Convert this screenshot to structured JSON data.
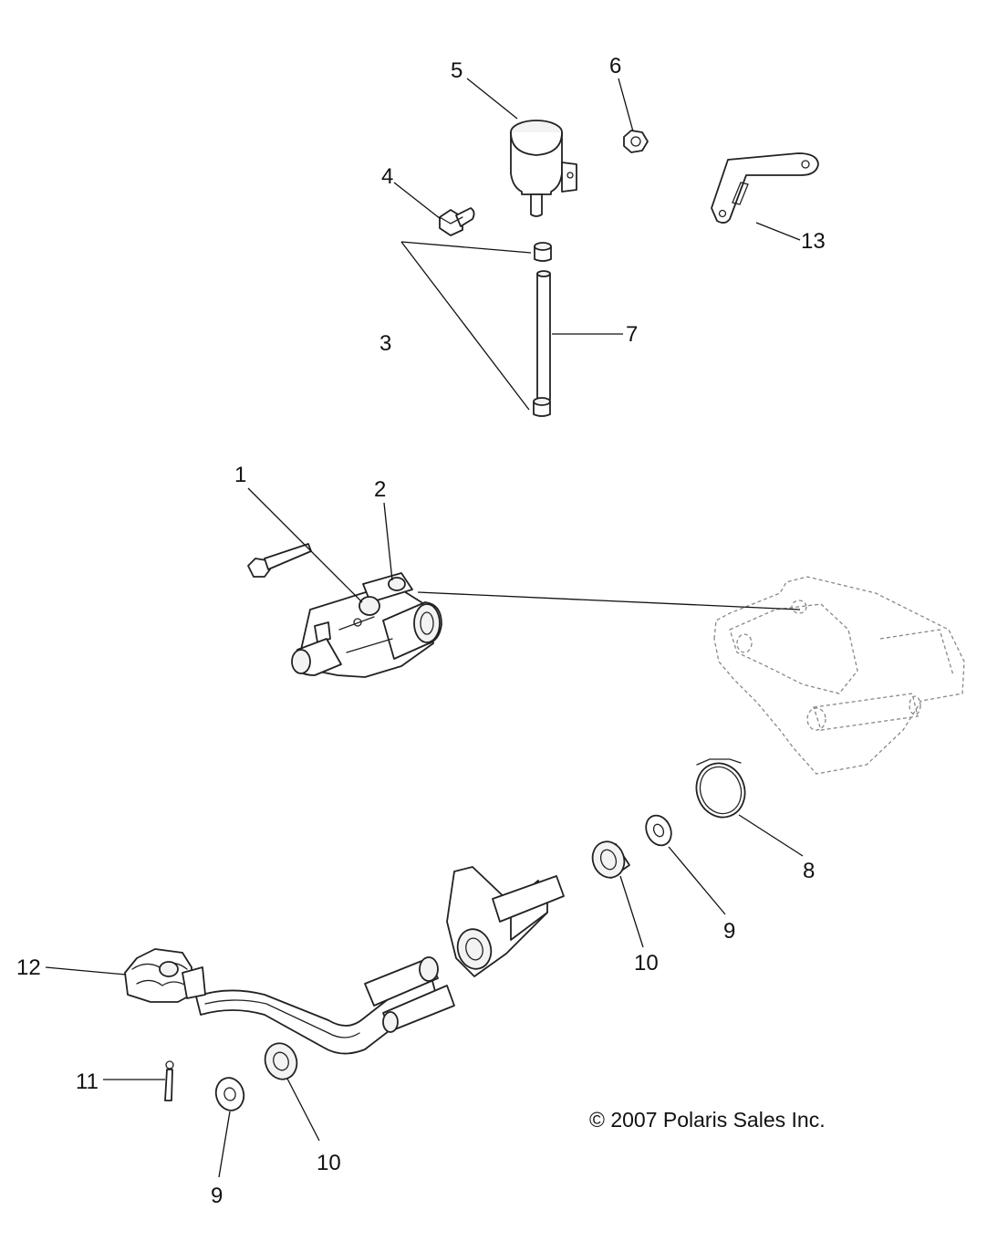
{
  "callouts": {
    "c1": "1",
    "c2": "2",
    "c3": "3",
    "c4": "4",
    "c5": "5",
    "c6": "6",
    "c7": "7",
    "c8": "8",
    "c9a": "9",
    "c9b": "9",
    "c10a": "10",
    "c10b": "10",
    "c11": "11",
    "c12": "12",
    "c13": "13"
  },
  "copyright": "© 2007 Polaris Sales Inc."
}
